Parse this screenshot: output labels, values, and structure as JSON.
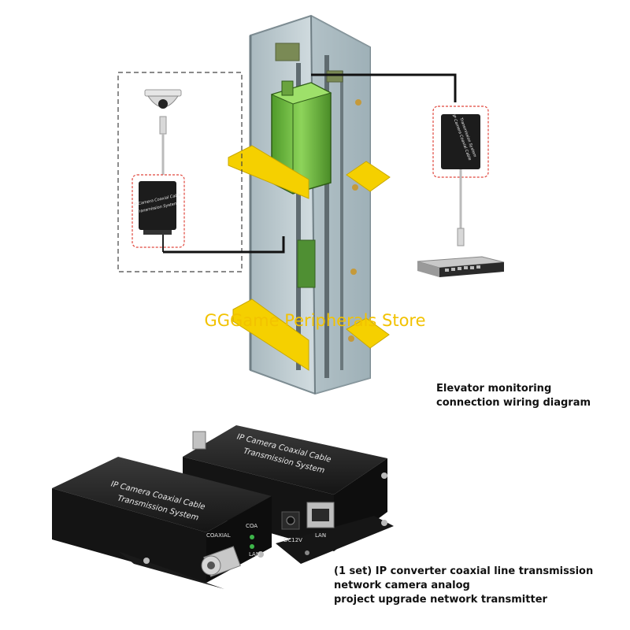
{
  "diagram": {
    "caption_line1": "Elevator monitoring",
    "caption_line2": "connection wiring diagram",
    "product_line1": "(1 set) IP converter coaxial line transmission",
    "product_line2": "network camera analog",
    "product_line3": "project upgrade network transmitter",
    "watermark": "GGGame Peripherals Store",
    "device_label_1": "IP Camera Coaxial Cable",
    "device_label_2": "Transmission System",
    "port_coaxial": "COAXIAL",
    "port_coa": "COA",
    "port_lan": "LAN",
    "port_lan2": "LAN",
    "port_dc12v": "DC12V"
  },
  "colors": {
    "shaft_glass": "#b7c6cc",
    "car_green": "#6dbb3c",
    "beam_yellow": "#f5d000",
    "device_black": "#1c1c1c",
    "dashed_red": "#e0463c",
    "watermark": "#f2c200"
  }
}
